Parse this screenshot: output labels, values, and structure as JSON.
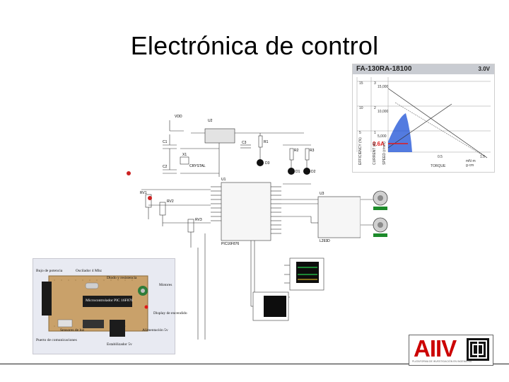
{
  "slide": {
    "title": "Electrónica de control"
  },
  "motor_chart": {
    "model": "FA-130RA-18100",
    "voltage": "3.0V",
    "current_marker": "0.6A",
    "x_label": "TORQUE",
    "axis_labels": [
      "EFFICIENCY (%)",
      "CURRENT (A)",
      "SPEED (r/min)"
    ],
    "tick_values": [
      "15",
      "3",
      "15,000",
      "10",
      "2",
      "10,000",
      "5",
      "1",
      "5,000"
    ],
    "bottom_ticks": [
      "0.5",
      "1.0",
      "mN·m",
      "g·cm"
    ],
    "accent_color": "#1a4fd6",
    "marker_color": "#e21b1b"
  },
  "schematic": {
    "components": {
      "vdd": "VDD",
      "u2": "U2",
      "c1": "C1",
      "c2": "C2",
      "c3": "C3",
      "x1": "X1",
      "crystal": "CRYSTAL",
      "r1": "R1",
      "r2": "R2",
      "r3": "R3",
      "d1": "D1",
      "d2": "D2",
      "d3": "D3",
      "u1": "U1",
      "u1_part": "PIC16F876",
      "u3": "U3",
      "u3_part": "L293D",
      "rv1": "RV1",
      "rv2": "RV2",
      "rv3": "RV3"
    }
  },
  "board_photo": {
    "labels": [
      "Bujo de potencia",
      "Oscilador 4 Mhz",
      "Diodo y resistencia",
      "Motores",
      "Microcontrolador PIC 16F876",
      "Display de encendido",
      "Alimentación 5v",
      "Sensores de luz",
      "Puerto de comunicaciones",
      "Estabilizador 5v"
    ]
  },
  "logo": {
    "text": "AIIV",
    "caption": "PLATAFORMA DE INVESTIGACIÓN EN INGENIERÍA",
    "brand_color": "#cc0000"
  }
}
